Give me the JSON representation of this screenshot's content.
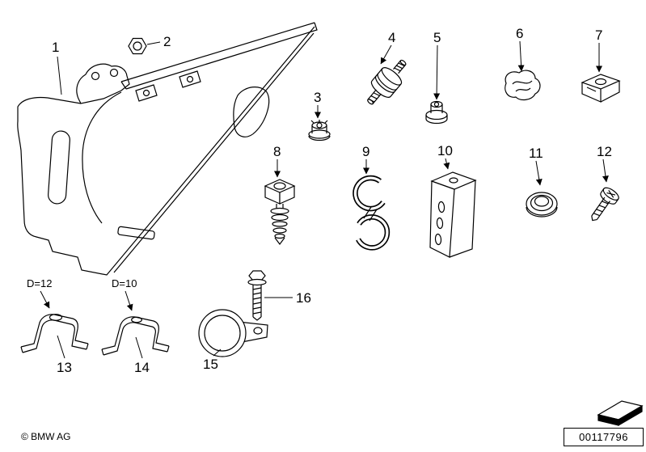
{
  "diagram": {
    "callouts": [
      {
        "label": "1"
      },
      {
        "label": "2"
      },
      {
        "label": "3"
      },
      {
        "label": "4"
      },
      {
        "label": "5"
      },
      {
        "label": "6"
      },
      {
        "label": "7"
      },
      {
        "label": "8"
      },
      {
        "label": "9"
      },
      {
        "label": "10"
      },
      {
        "label": "11"
      },
      {
        "label": "12"
      },
      {
        "label": "13"
      },
      {
        "label": "14"
      },
      {
        "label": "15"
      },
      {
        "label": "16"
      }
    ],
    "dimension_labels": [
      {
        "label": "D=12"
      },
      {
        "label": "D=10"
      }
    ],
    "footer": {
      "copyright": "© BMW AG",
      "document_number": "00117796",
      "logo_icon": "parallelogram-flag-icon"
    },
    "colors": {
      "line": "#000000",
      "background": "#ffffff"
    }
  }
}
